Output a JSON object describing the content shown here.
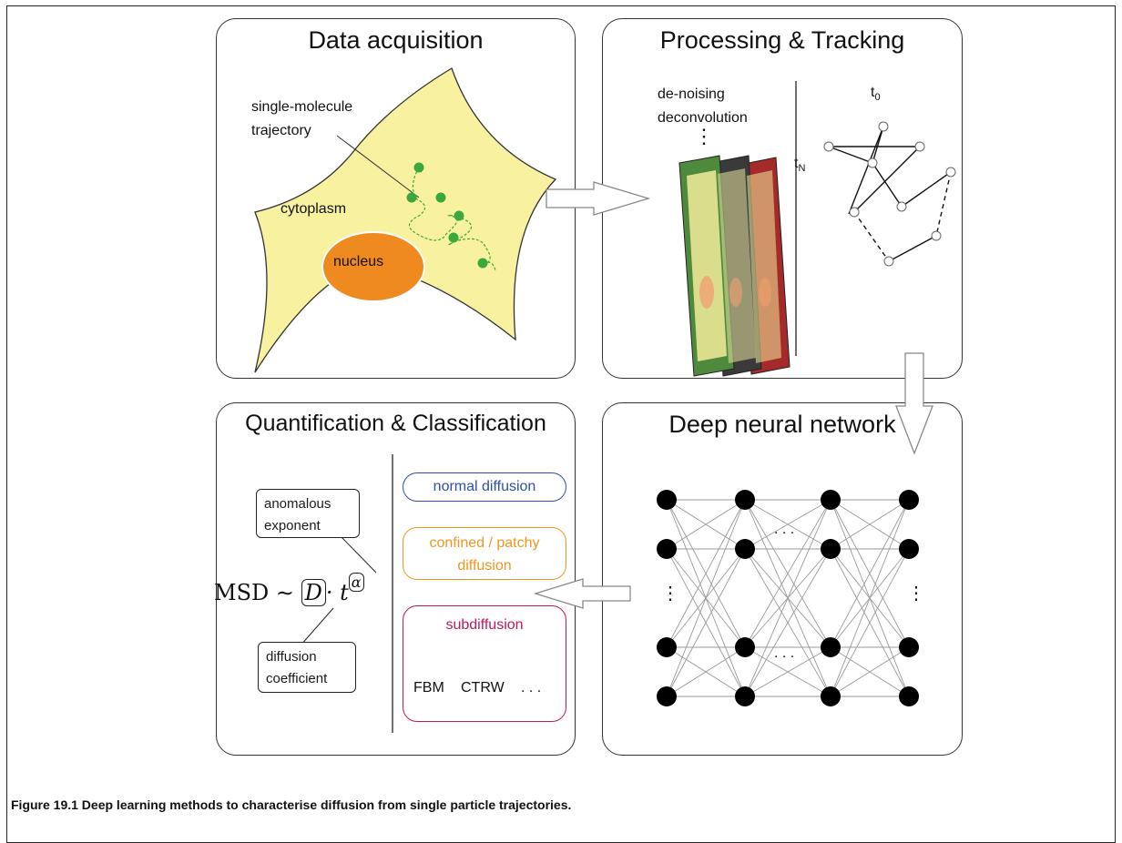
{
  "panels": {
    "acquisition": {
      "title": "Data acquisition",
      "trajectory_label_1": "single-molecule",
      "trajectory_label_2": "trajectory",
      "cytoplasm_label": "cytoplasm",
      "nucleus_label": "nucleus"
    },
    "processing": {
      "title": "Processing & Tracking",
      "step_1": "de-noising",
      "step_2": "deconvolution",
      "ellipsis": "⋮",
      "t_start": "t",
      "t_start_sub": "0",
      "t_end": "t",
      "t_end_sub": "N"
    },
    "quantification": {
      "title": "Quantification & Classification",
      "box_exponent_1": "anomalous",
      "box_exponent_2": "exponent",
      "box_coefficient_1": "diffusion",
      "box_coefficient_2": "coefficient",
      "formula_left": "MSD ∼",
      "formula_D": "D",
      "formula_dot": "· t",
      "formula_alpha": "α",
      "class_normal": "normal diffusion",
      "class_confined_1": "confined / patchy",
      "class_confined_2": "diffusion",
      "class_sub": "subdiffusion",
      "sub_fbm": "FBM",
      "sub_ctrw": "CTRW",
      "sub_more": ". . ."
    },
    "network": {
      "title": "Deep neural network",
      "ellipsis_h": ". . .",
      "ellipsis_v": "⋮"
    }
  },
  "colors": {
    "cell_fill": "#f8f2a0",
    "nucleus_fill": "#ee8a1f",
    "molecule": "#3aa83a",
    "class_normal": "#2d4fa8",
    "class_confined": "#f0951e",
    "class_sub": "#c0185a",
    "frame_green": "#4f8a3c",
    "frame_dark": "#3a3a3a",
    "frame_red": "#a52a2a"
  },
  "caption": "Figure 19.1 Deep learning methods to characterise diffusion from single particle trajectories."
}
